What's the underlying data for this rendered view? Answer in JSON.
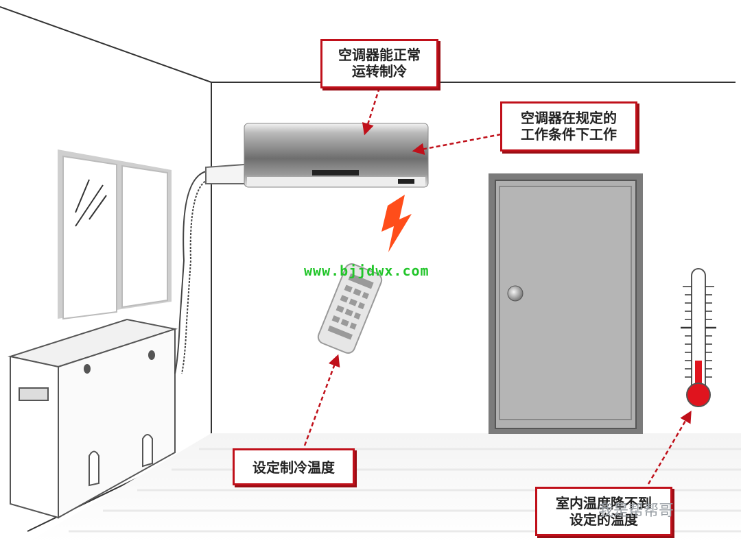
{
  "callouts": {
    "ac_runs": {
      "line1": "空调器能正常",
      "line2": "运转制冷"
    },
    "ac_conditions": {
      "line1": "空调器在规定的",
      "line2": "工作条件下工作"
    },
    "set_temp": {
      "line1": "设定制冷温度"
    },
    "room_temp": {
      "line1": "室内温度降不到",
      "line2": "设定的温度"
    }
  },
  "watermark_url": "www.bjjdwx.com",
  "brand_watermark": "我是帮帮哥",
  "colors": {
    "callout_border": "#c0101a",
    "arrow": "#c0101a",
    "lightning": "#ff4d1a",
    "url_green": "#22c52a",
    "mercury": "#e0141e"
  }
}
